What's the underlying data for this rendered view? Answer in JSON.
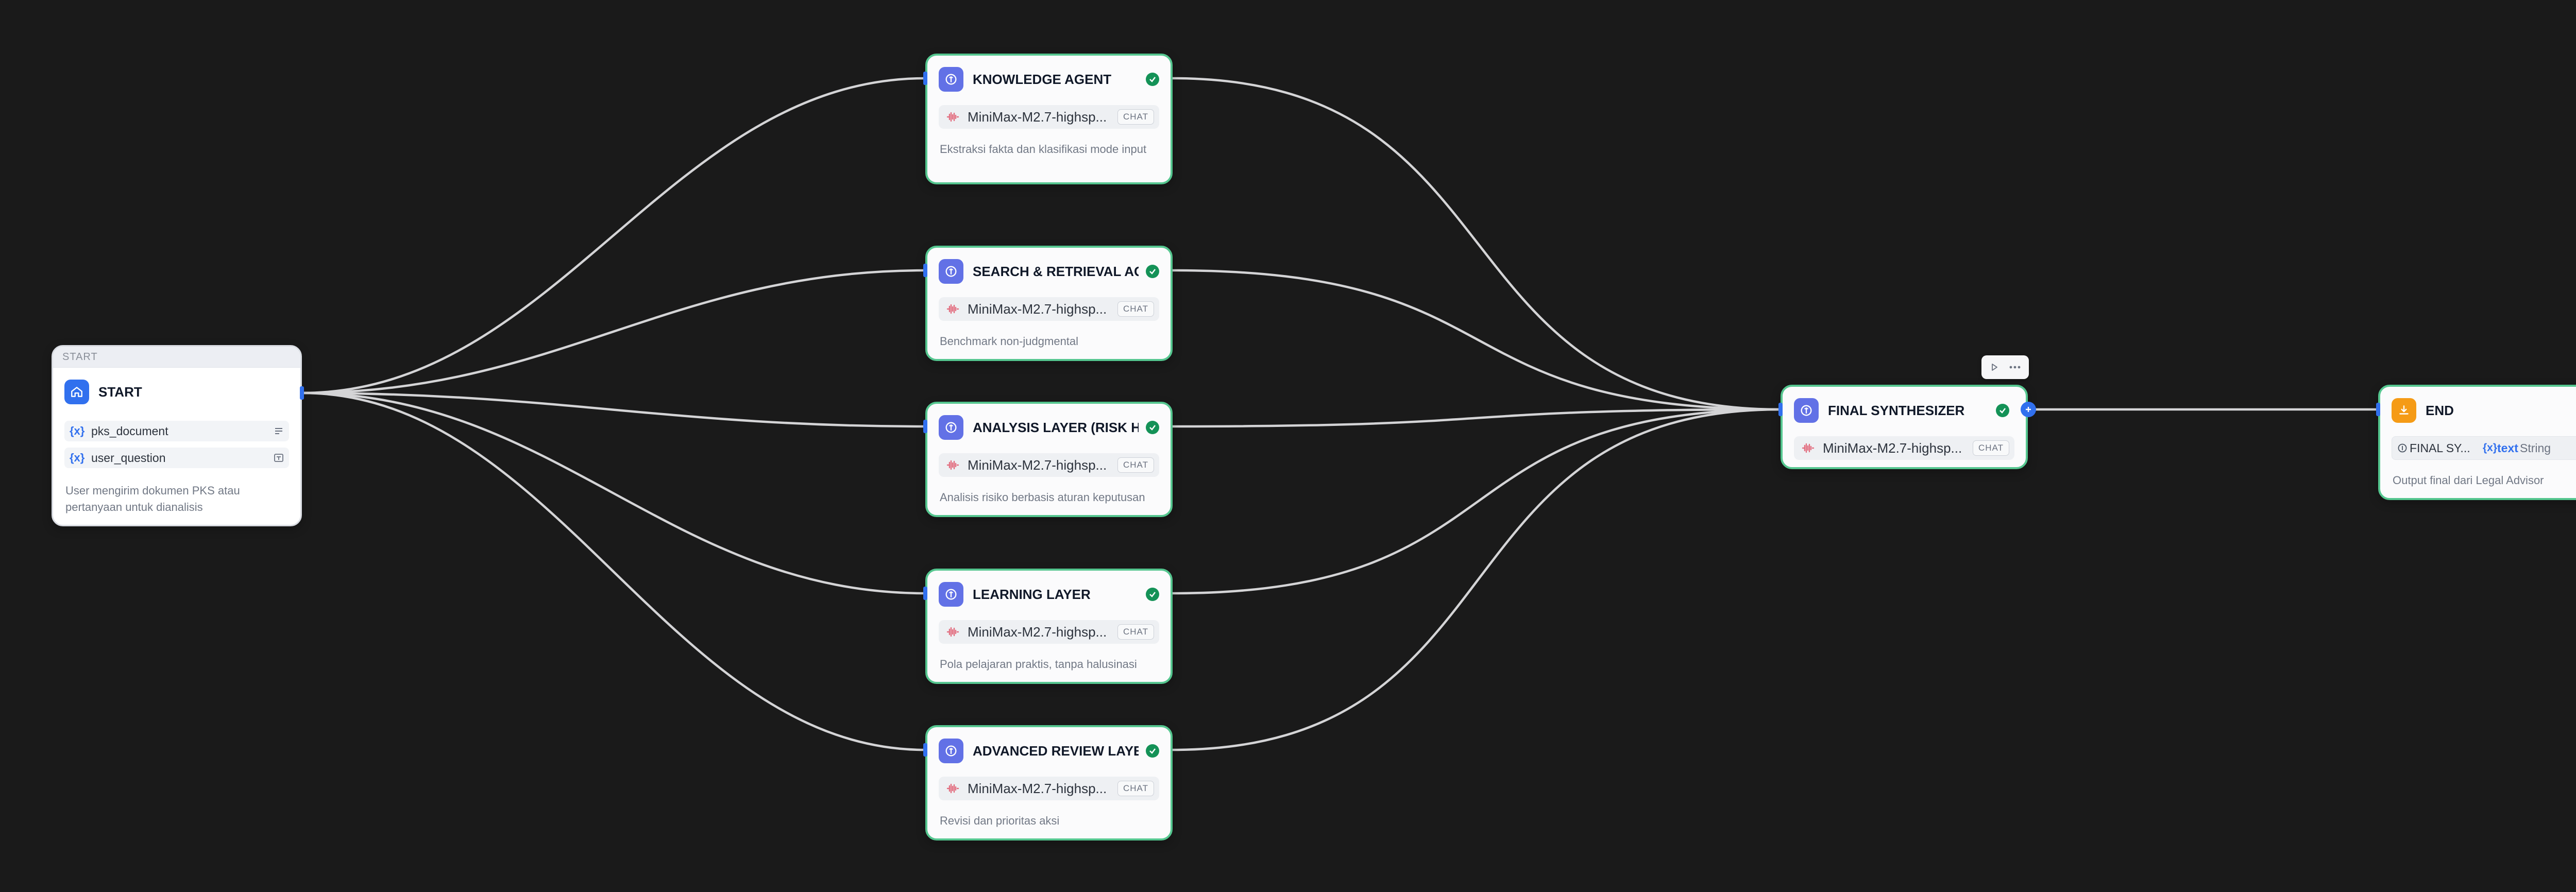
{
  "start": {
    "tag": "START",
    "title": "START",
    "variables": [
      {
        "x": "{x}",
        "name": "pks_document",
        "type_icon": "paragraph-icon"
      },
      {
        "x": "{x}",
        "name": "user_question",
        "type_icon": "text-input-icon"
      }
    ],
    "description": "User mengirim dokumen PKS atau pertanyaan untuk dianalisis"
  },
  "llm_nodes": [
    {
      "title": "KNOWLEDGE AGENT",
      "model": "MiniMax-M2.7-highsp...",
      "badge": "CHAT",
      "description": "Ekstraksi fakta dan klasifikasi mode input"
    },
    {
      "title": "SEARCH & RETRIEVAL AGEN",
      "model": "MiniMax-M2.7-highsp...",
      "badge": "CHAT",
      "description": "Benchmark non-judgmental"
    },
    {
      "title": "ANALYSIS LAYER (RISK HIGH",
      "model": "MiniMax-M2.7-highsp...",
      "badge": "CHAT",
      "description": "Analisis risiko berbasis aturan keputusan"
    },
    {
      "title": "LEARNING LAYER",
      "model": "MiniMax-M2.7-highsp...",
      "badge": "CHAT",
      "description": "Pola pelajaran praktis, tanpa halusinasi"
    },
    {
      "title": "ADVANCED REVIEW LAYER",
      "model": "MiniMax-M2.7-highsp...",
      "badge": "CHAT",
      "description": "Revisi dan prioritas aksi"
    }
  ],
  "final": {
    "title": "FINAL SYNTHESIZER",
    "model": "MiniMax-M2.7-highsp...",
    "badge": "CHAT"
  },
  "end": {
    "title": "END",
    "var_node": "FINAL SY...",
    "var_x": "{x}",
    "var_name": "text",
    "var_type": "String",
    "description": "Output final dari Legal Advisor"
  },
  "colors": {
    "canvas": "#1a1a1a",
    "edge": "#d4d4d6",
    "success_border": "#55c68f",
    "llm_icon": "#6271e6",
    "start_icon": "#3170ee",
    "end_icon": "#f59b16",
    "check": "#149257"
  },
  "icons": {
    "llm": "llm-brain-icon",
    "start": "home-icon",
    "end": "flag-icon",
    "check": "check-circle-icon",
    "model": "minimax-logo-icon",
    "run": "play-icon",
    "more": "more-horizontal-icon"
  }
}
